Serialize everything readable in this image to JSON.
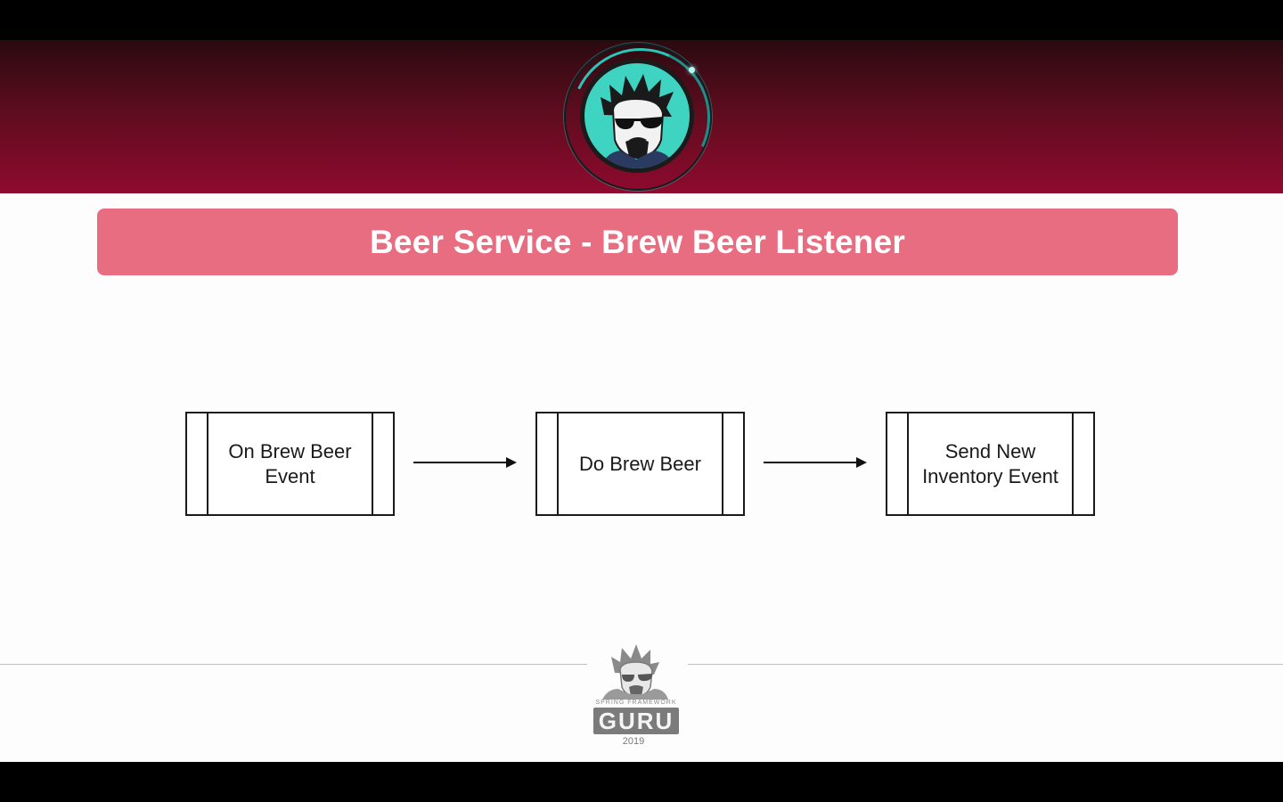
{
  "slide": {
    "title": "Beer Service - Brew Beer Listener",
    "colors": {
      "header_top": "#2a0a10",
      "header_bottom": "#8f0a2e",
      "title_bar": "#e96d80",
      "avatar_bg": "#3fd3c2"
    },
    "avatar": {
      "icon": "guru-avatar-icon"
    }
  },
  "diagram": {
    "steps": [
      {
        "label": "On Brew Beer\nEvent"
      },
      {
        "label": "Do Brew Beer"
      },
      {
        "label": "Send New\nInventory Event"
      }
    ]
  },
  "footer": {
    "tagline": "SPRING FRAMEWORK",
    "brand": "GURU",
    "year": "2019",
    "icon": "guru-logo-icon"
  }
}
